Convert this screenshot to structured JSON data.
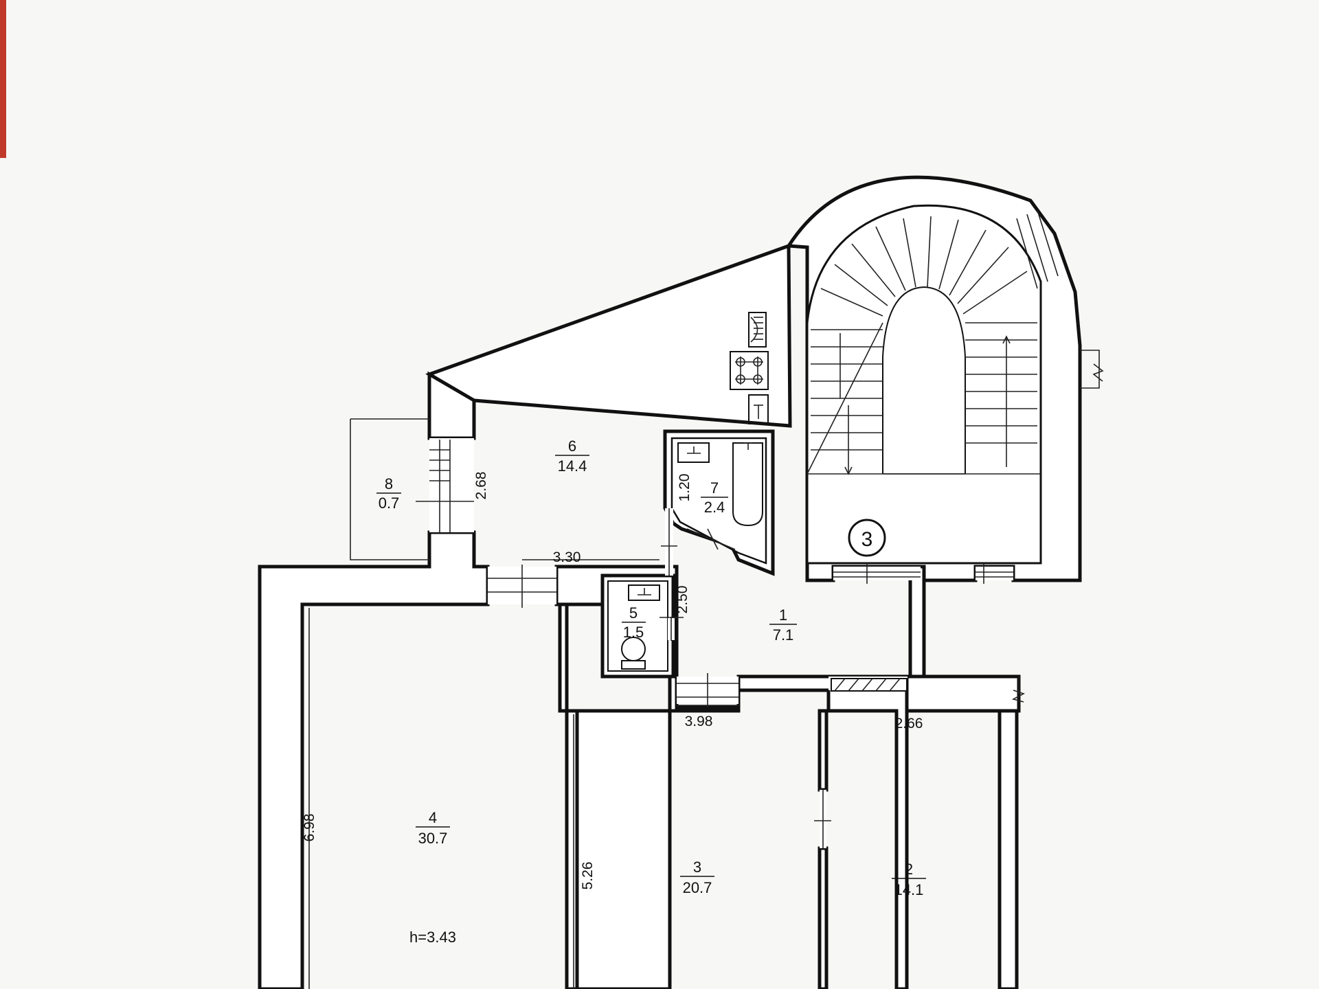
{
  "plan": {
    "stair_marker": "3",
    "height_note": "h=3.43",
    "rooms": [
      {
        "id": "room-1",
        "number": "1",
        "area": "7.1"
      },
      {
        "id": "room-2",
        "number": "2",
        "area": "14.1"
      },
      {
        "id": "room-3",
        "number": "3",
        "area": "20.7"
      },
      {
        "id": "room-4",
        "number": "4",
        "area": "30.7"
      },
      {
        "id": "room-5",
        "number": "5",
        "area": "1.5"
      },
      {
        "id": "room-6",
        "number": "6",
        "area": "14.4"
      },
      {
        "id": "room-7",
        "number": "7",
        "area": "2.4"
      },
      {
        "id": "room-8",
        "number": "8",
        "area": "0.7"
      }
    ],
    "dimensions": {
      "d_330": "3.30",
      "d_268": "2.68",
      "d_120": "1.20",
      "d_250": "2.50",
      "d_398": "3.98",
      "d_266": "2.66",
      "d_698": "6.98",
      "d_526": "5.26"
    },
    "fixtures": [
      "stove-icon",
      "kitchen-sink-icon",
      "radiator-icon",
      "bathtub-icon",
      "washbasin-icon",
      "toilet-icon",
      "spiral-stair-icon"
    ]
  }
}
